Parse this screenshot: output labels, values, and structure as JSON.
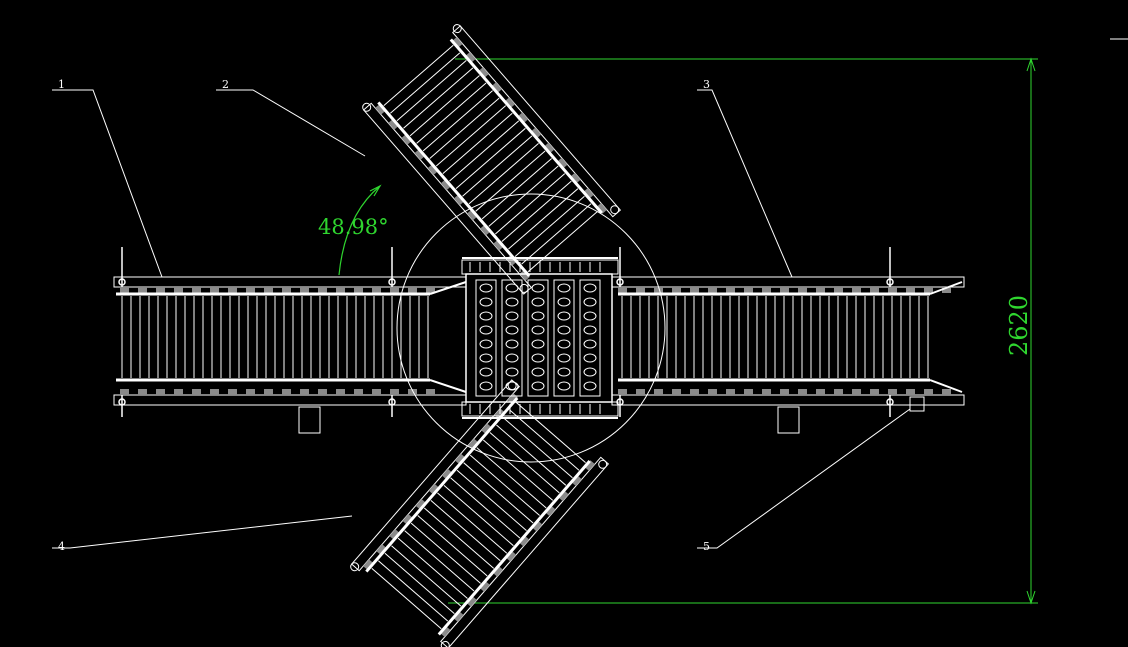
{
  "diagram": {
    "callouts": [
      {
        "id": "1",
        "label": "1"
      },
      {
        "id": "2",
        "label": "2"
      },
      {
        "id": "3",
        "label": "3"
      },
      {
        "id": "4",
        "label": "4"
      },
      {
        "id": "5",
        "label": "5"
      }
    ],
    "angle_dimension": "48.98°",
    "height_dimension": "2620",
    "colors": {
      "background": "#000000",
      "linework": "#ffffff",
      "hatch": "#8a8a8a",
      "dimension": "#2fd62f"
    }
  }
}
